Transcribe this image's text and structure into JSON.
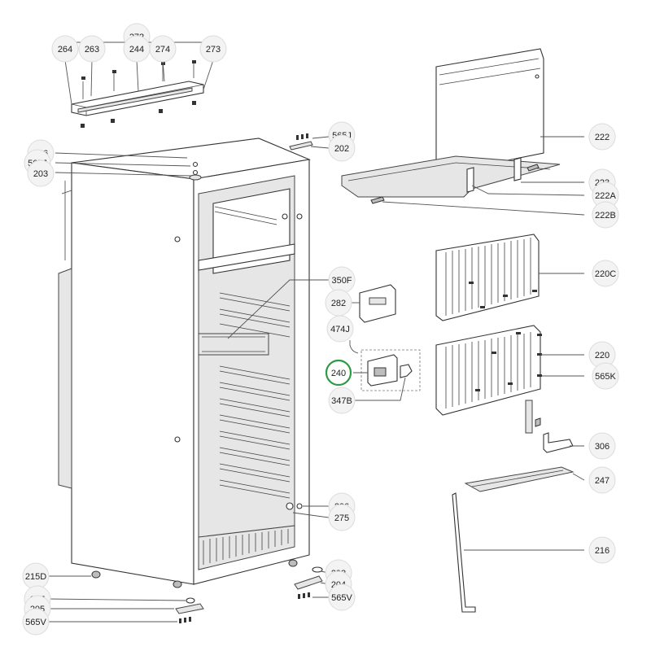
{
  "diagram": {
    "labels": [
      {
        "text": "272",
        "name": "label-272"
      },
      {
        "text": "264",
        "name": "label-264"
      },
      {
        "text": "263",
        "name": "label-263"
      },
      {
        "text": "244",
        "name": "label-244"
      },
      {
        "text": "274",
        "name": "label-274"
      },
      {
        "text": "273",
        "name": "label-273"
      },
      {
        "text": "565J",
        "name": "label-565J-top"
      },
      {
        "text": "202",
        "name": "label-202"
      },
      {
        "text": "206",
        "name": "label-206"
      },
      {
        "text": "565J",
        "name": "label-565J-left"
      },
      {
        "text": "203",
        "name": "label-203"
      },
      {
        "text": "222",
        "name": "label-222"
      },
      {
        "text": "223",
        "name": "label-223"
      },
      {
        "text": "222A",
        "name": "label-222A"
      },
      {
        "text": "222B",
        "name": "label-222B"
      },
      {
        "text": "350F",
        "name": "label-350F"
      },
      {
        "text": "282",
        "name": "label-282"
      },
      {
        "text": "474J",
        "name": "label-474J"
      },
      {
        "text": "240",
        "name": "label-240",
        "highlighted": true
      },
      {
        "text": "347B",
        "name": "label-347B"
      },
      {
        "text": "220C",
        "name": "label-220C"
      },
      {
        "text": "220",
        "name": "label-220"
      },
      {
        "text": "565K",
        "name": "label-565K"
      },
      {
        "text": "306",
        "name": "label-306"
      },
      {
        "text": "247",
        "name": "label-247"
      },
      {
        "text": "216",
        "name": "label-216"
      },
      {
        "text": "286",
        "name": "label-286"
      },
      {
        "text": "275",
        "name": "label-275"
      },
      {
        "text": "292",
        "name": "label-292"
      },
      {
        "text": "204",
        "name": "label-204"
      },
      {
        "text": "565V",
        "name": "label-565V-right"
      },
      {
        "text": "215D",
        "name": "label-215D"
      },
      {
        "text": "207",
        "name": "label-207"
      },
      {
        "text": "205",
        "name": "label-205"
      },
      {
        "text": "565V",
        "name": "label-565V-left"
      }
    ]
  }
}
